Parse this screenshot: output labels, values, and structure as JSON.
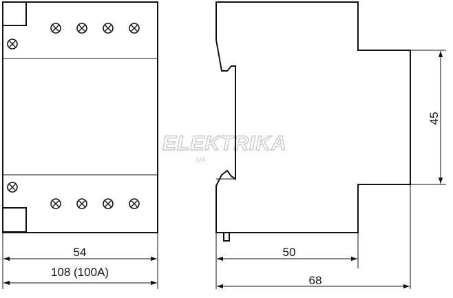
{
  "diagram": {
    "watermark": {
      "brand": "ELEKTRIKA",
      "domain": ".UA"
    },
    "front_view": {
      "dimensions": {
        "width_label": "54",
        "width_label_alt": "108 (100A)"
      },
      "screws": {
        "top_row_count": 4,
        "bottom_row_count": 4
      }
    },
    "side_view": {
      "dimensions": {
        "rail_depth_label": "50",
        "total_depth_label": "68",
        "height_label": "45"
      }
    }
  }
}
